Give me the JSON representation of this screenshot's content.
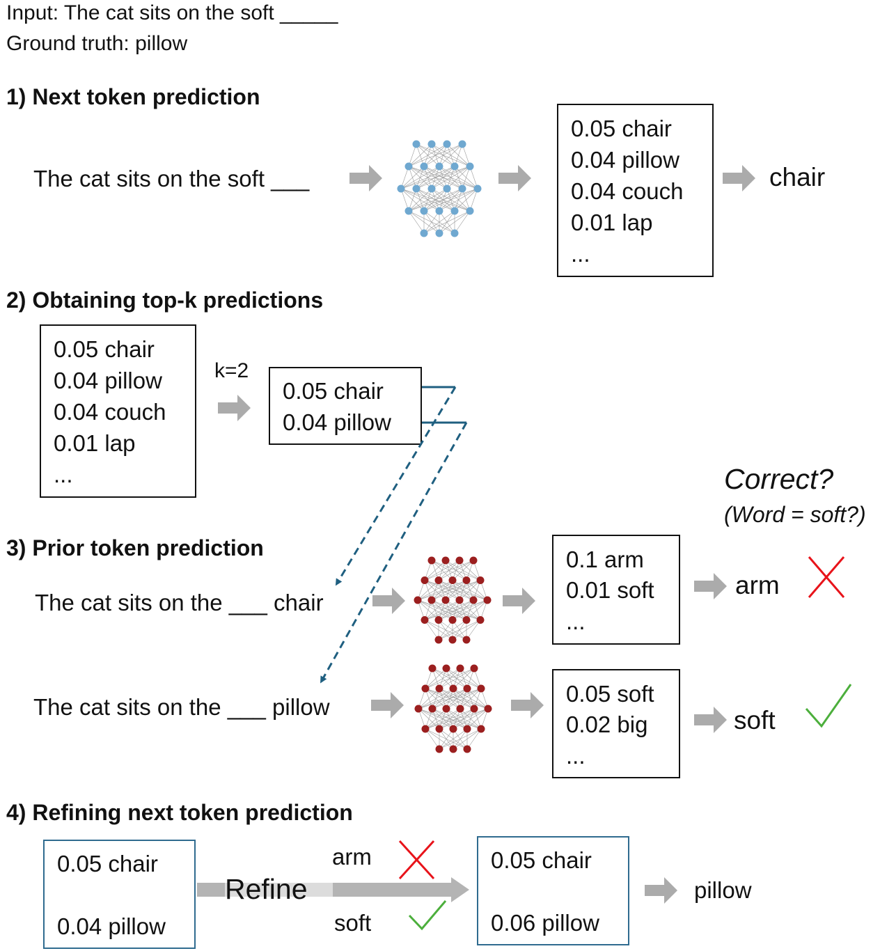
{
  "header": {
    "input_line": "Input: The cat sits on the soft _____",
    "ground_truth": "Ground truth: pillow"
  },
  "section1": {
    "title": "1) Next token prediction",
    "sentence": "The cat sits on the soft ___",
    "dist": [
      "0.05 chair",
      "0.04 pillow",
      "0.04 couch",
      "0.01 lap",
      "..."
    ],
    "output": "chair"
  },
  "section2": {
    "title": "2) Obtaining top-k predictions",
    "dist": [
      "0.05 chair",
      "0.04 pillow",
      "0.04 couch",
      "0.01 lap",
      "..."
    ],
    "k_label": "k=2",
    "topk": [
      "0.05 chair",
      "0.04 pillow"
    ]
  },
  "section3": {
    "title": "3) Prior token prediction",
    "correct_label": "Correct?",
    "correct_sub": "(Word = soft?)",
    "row1": {
      "sentence": "The cat sits on the  ___ chair",
      "dist": [
        "0.1 arm",
        "0.01 soft",
        "..."
      ],
      "output": "arm"
    },
    "row2": {
      "sentence": "The cat sits on the ___ pillow",
      "dist": [
        "0.05 soft",
        "0.02 big",
        "..."
      ],
      "output": "soft"
    }
  },
  "section4": {
    "title": "4) Refining next token prediction",
    "before": [
      "0.05 chair",
      "0.04 pillow"
    ],
    "refine_label": "Refine",
    "arm_label": "arm",
    "soft_label": "soft",
    "after": [
      "0.05 chair",
      "0.06 pillow"
    ],
    "output": "pillow"
  },
  "colors": {
    "arrow_gray": "#ababab",
    "net_blue": "#6fa8d0",
    "net_red": "#9b1f1f",
    "dashed_arrow": "#1f5f80",
    "cross_red": "#e8131a",
    "check_green": "#4caf3c"
  },
  "icons": [
    "neural-network-icon",
    "cross-icon",
    "check-icon",
    "right-arrow-icon"
  ]
}
